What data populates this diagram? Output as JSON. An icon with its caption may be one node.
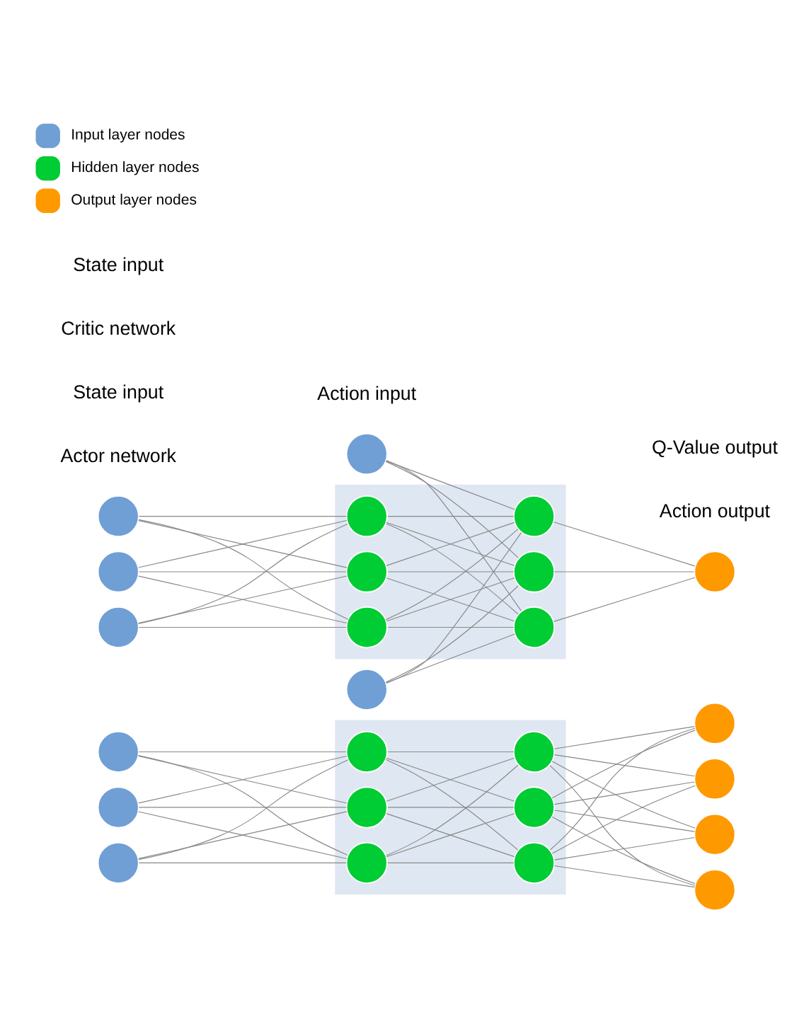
{
  "diagram": {
    "nodes": [
      {
        "text": [],
        "shape": "box"
      },
      {
        "text": [],
        "shape": "circle"
      },
      {
        "text": [],
        "shape": "circle"
      },
      {
        "text": [],
        "shape": "circle"
      },
      {
        "text": [],
        "shape": "circle",
        "in": 0
      },
      {
        "text": [],
        "shape": "circle",
        "in": 0
      },
      {
        "text": [],
        "shape": "circle",
        "in": 0
      },
      {
        "text": [],
        "shape": "circle",
        "in": 0
      },
      {
        "text": [],
        "shape": "circle",
        "in": 0
      },
      {
        "text": [],
        "shape": "circle",
        "in": 0
      },
      {
        "text": [],
        "shape": "circle"
      },
      {
        "text": [],
        "shape": "circle"
      },
      {
        "text": [],
        "shape": "circle"
      },
      {
        "text": [],
        "shape": "circle"
      },
      {
        "text": [],
        "shape": "box"
      },
      {
        "text": [],
        "shape": "circle"
      },
      {
        "text": [],
        "shape": "circle"
      },
      {
        "text": [],
        "shape": "circle"
      },
      {
        "text": [],
        "shape": "circle"
      },
      {
        "text": [],
        "shape": "circle"
      },
      {
        "text": [],
        "shape": "circle",
        "in": 14
      },
      {
        "text": [],
        "shape": "circle",
        "in": 14
      },
      {
        "text": [],
        "shape": "circle",
        "in": 14
      },
      {
        "text": [],
        "shape": "circle",
        "in": 14
      },
      {
        "text": [],
        "shape": "circle",
        "in": 14
      },
      {
        "text": [],
        "shape": "circle",
        "in": 14
      },
      {
        "text": [],
        "shape": "circle"
      }
    ],
    "edges": [
      {
        "from": 1,
        "to": 4,
        "arrow": "none"
      },
      {
        "from": 1,
        "to": 5,
        "arrow": "none"
      },
      {
        "from": 1,
        "to": 6,
        "arrow": "none"
      },
      {
        "from": 2,
        "to": 4,
        "arrow": "none"
      },
      {
        "from": 2,
        "to": 5,
        "arrow": "none"
      },
      {
        "from": 2,
        "to": 6,
        "arrow": "none"
      },
      {
        "from": 3,
        "to": 4,
        "arrow": "none"
      },
      {
        "from": 3,
        "to": 5,
        "arrow": "none"
      },
      {
        "from": 3,
        "to": 6,
        "arrow": "none"
      },
      {
        "from": 4,
        "to": 7,
        "arrow": "none"
      },
      {
        "from": 4,
        "to": 8,
        "arrow": "none"
      },
      {
        "from": 4,
        "to": 9,
        "arrow": "none"
      },
      {
        "from": 5,
        "to": 7,
        "arrow": "none"
      },
      {
        "from": 5,
        "to": 8,
        "arrow": "none"
      },
      {
        "from": 5,
        "to": 9,
        "arrow": "none"
      },
      {
        "from": 6,
        "to": 7,
        "arrow": "none"
      },
      {
        "from": 6,
        "to": 8,
        "arrow": "none"
      },
      {
        "from": 6,
        "to": 9,
        "arrow": "none"
      },
      {
        "from": 7,
        "to": 10,
        "arrow": "none"
      },
      {
        "from": 7,
        "to": 11,
        "arrow": "none"
      },
      {
        "from": 7,
        "to": 12,
        "arrow": "none"
      },
      {
        "from": 7,
        "to": 13,
        "arrow": "none"
      },
      {
        "from": 8,
        "to": 10,
        "arrow": "none"
      },
      {
        "from": 8,
        "to": 11,
        "arrow": "none"
      },
      {
        "from": 8,
        "to": 12,
        "arrow": "none"
      },
      {
        "from": 8,
        "to": 13,
        "arrow": "none"
      },
      {
        "from": 9,
        "to": 10,
        "arrow": "none"
      },
      {
        "from": 9,
        "to": 11,
        "arrow": "none"
      },
      {
        "from": 9,
        "to": 12,
        "arrow": "none"
      },
      {
        "from": 9,
        "to": 13,
        "arrow": "none"
      },
      {
        "from": 15,
        "to": 23,
        "arrow": "none"
      },
      {
        "from": 15,
        "to": 24,
        "arrow": "none"
      },
      {
        "from": 15,
        "to": 25,
        "arrow": "none"
      },
      {
        "from": 16,
        "to": 23,
        "arrow": "none"
      },
      {
        "from": 16,
        "to": 24,
        "arrow": "none"
      },
      {
        "from": 16,
        "to": 25,
        "arrow": "none"
      },
      {
        "from": 17,
        "to": 20,
        "arrow": "none"
      },
      {
        "from": 17,
        "to": 21,
        "arrow": "none"
      },
      {
        "from": 17,
        "to": 22,
        "arrow": "none"
      },
      {
        "from": 18,
        "to": 20,
        "arrow": "none"
      },
      {
        "from": 18,
        "to": 21,
        "arrow": "none"
      },
      {
        "from": 18,
        "to": 22,
        "arrow": "none"
      },
      {
        "from": 19,
        "to": 20,
        "arrow": "none"
      },
      {
        "from": 19,
        "to": 21,
        "arrow": "none"
      },
      {
        "from": 19,
        "to": 22,
        "arrow": "none"
      },
      {
        "from": 20,
        "to": 23,
        "arrow": "none"
      },
      {
        "from": 20,
        "to": 24,
        "arrow": "none"
      },
      {
        "from": 20,
        "to": 25,
        "arrow": "none"
      },
      {
        "from": 21,
        "to": 23,
        "arrow": "none"
      },
      {
        "from": 21,
        "to": 24,
        "arrow": "none"
      },
      {
        "from": 21,
        "to": 25,
        "arrow": "none"
      },
      {
        "from": 22,
        "to": 23,
        "arrow": "none"
      },
      {
        "from": 22,
        "to": 24,
        "arrow": "none"
      },
      {
        "from": 22,
        "to": 25,
        "arrow": "none"
      },
      {
        "from": 23,
        "to": 26,
        "arrow": "none"
      },
      {
        "from": 24,
        "to": 26,
        "arrow": "none"
      },
      {
        "from": 25,
        "to": 26,
        "arrow": "none"
      }
    ],
    "labels": [
      "Actor network",
      "State input",
      "Action output",
      "Critic network",
      "Action input",
      "State input",
      "Q-Value output"
    ],
    "legend": [
      {
        "text": "Input layer nodes",
        "color": "#6f9fd4"
      },
      {
        "text": "Hidden layer nodes",
        "color": "#00cc33"
      },
      {
        "text": "Output layer nodes",
        "color": "#ff9900"
      }
    ]
  }
}
